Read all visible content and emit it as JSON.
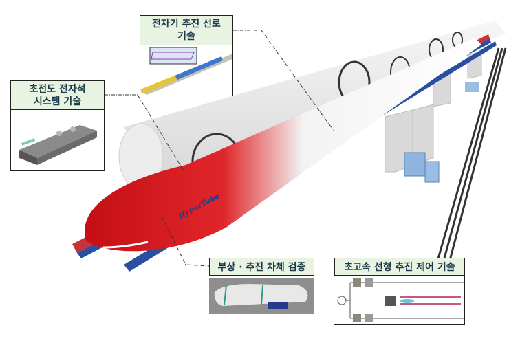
{
  "labels": {
    "rail": {
      "line1": "전자기 추진 선로",
      "line2": "기술"
    },
    "magnet": {
      "line1": "초전도 전자석",
      "line2": "시스템 기술"
    },
    "vehicle": "부상 · 추진 차체 검증",
    "control": "초고속 선형 추진 제어 기술"
  },
  "pod_brand": "HyperTube",
  "colors": {
    "pod_red": "#d6141a",
    "rail_blue": "#2a4ea0",
    "header_green": "#e9f3e1"
  }
}
